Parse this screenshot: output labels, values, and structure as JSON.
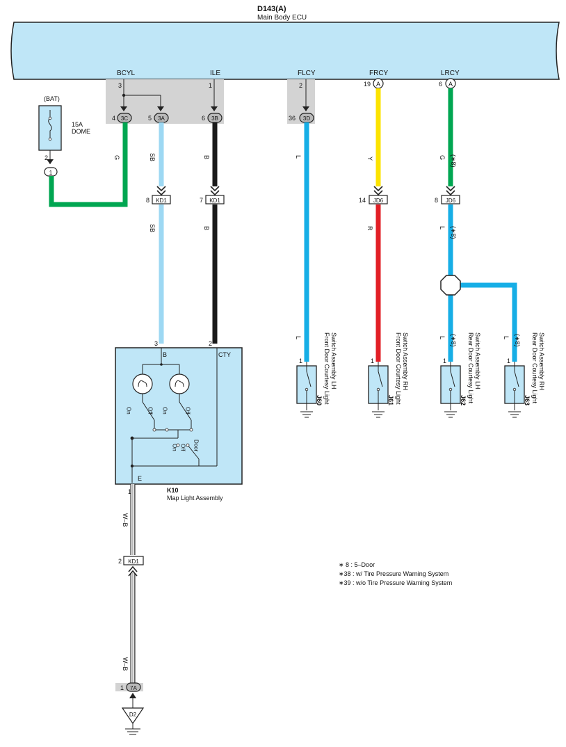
{
  "ecu": {
    "code": "D143(A)",
    "name": "Main Body ECU",
    "terminals": [
      {
        "name": "BCYL"
      },
      {
        "name": "ILE"
      },
      {
        "name": "FLCY"
      },
      {
        "name": "FRCY"
      },
      {
        "name": "LRCY"
      }
    ]
  },
  "wire_colors": {
    "G": "#00a651",
    "SB": "#9dd8f3",
    "B": "#1a1a1a",
    "L": "#16aee6",
    "Y": "#fce300",
    "R": "#e21f26",
    "W-B": "#ffffff"
  },
  "fuse": {
    "source": "(BAT)",
    "rating": "15A",
    "name": "DOME",
    "pin": "2",
    "connector": "1"
  },
  "pins": {
    "bcyl_ecu": "3",
    "bcyl_1": "4",
    "bcyl_1_conn": "3C",
    "bcyl_2": "5",
    "bcyl_2_conn": "3A",
    "ile_ecu": "1",
    "ile_out": "6",
    "ile_conn": "3B",
    "flcy_ecu": "2",
    "flcy_out": "36",
    "flcy_conn": "3D",
    "frcy_ecu": "19",
    "frcy_conn": "A",
    "lrcy_ecu": "6",
    "lrcy_conn": "A",
    "kd1_sb": "8",
    "kd1_sb_conn": "KD1",
    "kd1_b": "7",
    "kd1_b_conn": "KD1",
    "jd6_r": "14",
    "jd6_r_conn": "JD6",
    "jd6_l": "8",
    "jd6_l_conn": "JD6",
    "k10_3": "3",
    "k10_2": "2",
    "k10_1": "1",
    "kd1_wb": "2",
    "kd1_wb_conn": "KD1",
    "ground_pin": "1",
    "ground_conn": "7A"
  },
  "wire_labels": {
    "g": "G",
    "sb": "SB",
    "b": "B",
    "l": "L",
    "y": "Y",
    "r": "R",
    "wb": "W–B",
    "note8": "(∗8)"
  },
  "map_light": {
    "code": "K10",
    "name": "Map Light Assembly",
    "terminals": {
      "b": "B",
      "cty": "CTY",
      "e": "E"
    },
    "switch_labels": {
      "on": "On",
      "off": "Off",
      "door": "Door"
    }
  },
  "switches": [
    {
      "code": "J60",
      "name": "Front Door Courtesy Light",
      "name2": "Switch Assembly LH",
      "pin": "1"
    },
    {
      "code": "J61",
      "name": "Front Door Courtesy Light",
      "name2": "Switch Assembly RH",
      "pin": "1"
    },
    {
      "code": "J62",
      "name": "Rear Door Courtesy Light",
      "name2": "Switch Assembly LH",
      "pin": "1"
    },
    {
      "code": "J63",
      "name": "Rear Door Courtesy Light",
      "name2": "Switch Assembly RH",
      "pin": "1"
    }
  ],
  "ground_label": "D2",
  "notes": [
    "∗ 8 : 5–Door",
    "∗38 : w/ Tire Pressure Warning System",
    "∗39 : w/o Tire Pressure Warning System"
  ]
}
